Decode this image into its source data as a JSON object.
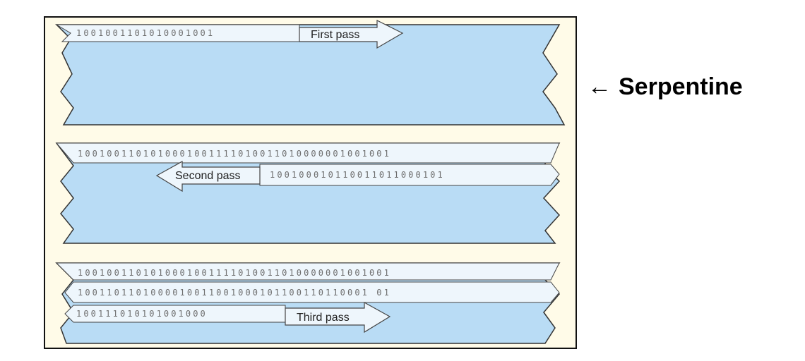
{
  "diagram": {
    "colors": {
      "tape": "#b9dcf5",
      "track": "#eef6fc",
      "background": "#fffbe8",
      "outline": "#333333"
    },
    "panels": [
      {
        "tracks": [
          "1001001101010001001"
        ],
        "pass_label": "First pass",
        "direction": "right"
      },
      {
        "tracks": [
          "1001001101010001001111010011010000001001001",
          "100100010110011011000101"
        ],
        "pass_label": "Second pass",
        "direction": "left"
      },
      {
        "tracks": [
          "1001001101010001001111010011010000001001001",
          "1001101101000010011001000101100110110001 01",
          "100111010101001000"
        ],
        "pass_label": "Third pass",
        "direction": "right"
      }
    ]
  },
  "side_label": {
    "arrow": "←",
    "text": "Serpentine"
  }
}
